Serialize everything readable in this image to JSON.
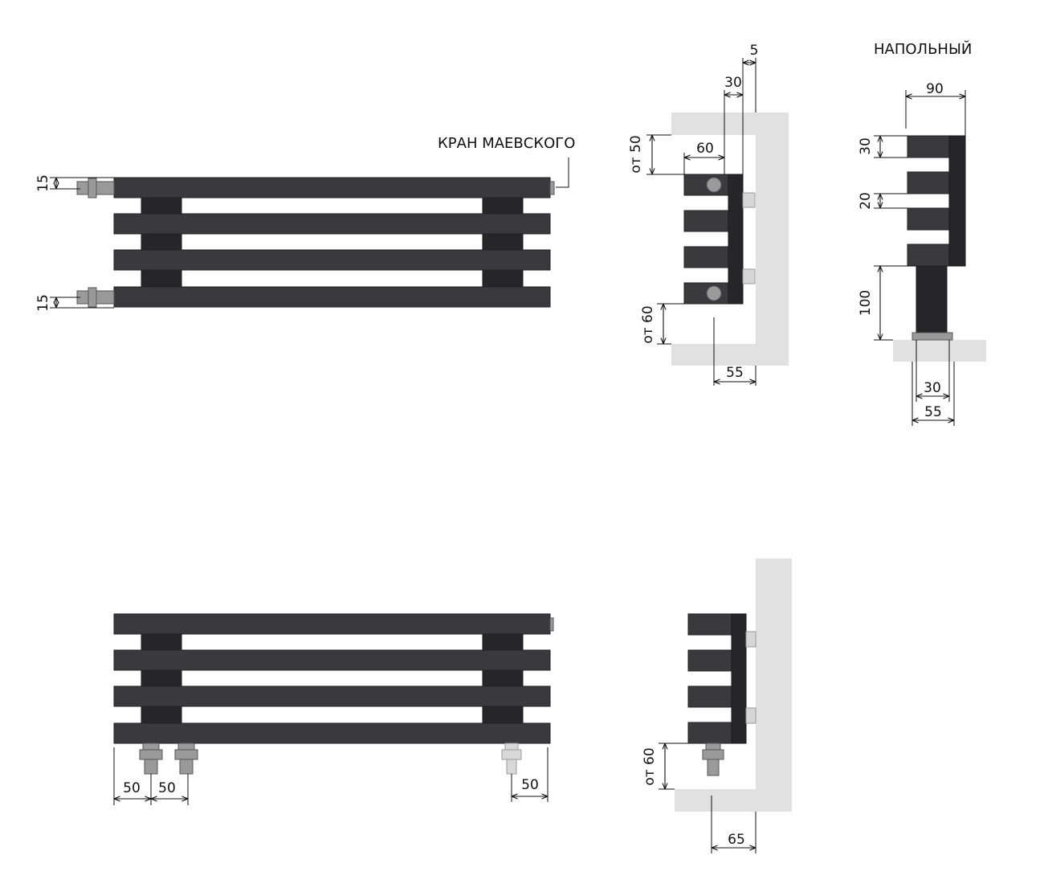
{
  "labels": {
    "mayevsky_valve": "КРАН МАЕВСКОГО",
    "floor_mounted": "НАПОЛЬНЫЙ"
  },
  "dimensions": {
    "front_top_inlet": "15",
    "front_bottom_inlet": "15",
    "side_gap_top": "5",
    "side_wall_offset": "30",
    "side_depth": "60",
    "side_from_ceiling": "от 50",
    "side_from_floor": "от 60",
    "side_wall_to_pipe": "55",
    "floor_depth": "90",
    "floor_tube_height": "30",
    "floor_tube_gap": "20",
    "floor_leg_height": "100",
    "floor_leg_width": "30",
    "floor_base_width": "55",
    "bottom_conn_1": "50",
    "bottom_conn_2": "50",
    "bottom_conn_right": "50",
    "bottom_side_from_floor": "от 60",
    "bottom_side_wall_to_pipe": "65"
  },
  "colors": {
    "tube": "#3a3a3c",
    "wall": "#e1e1e1",
    "line": "#111111"
  }
}
